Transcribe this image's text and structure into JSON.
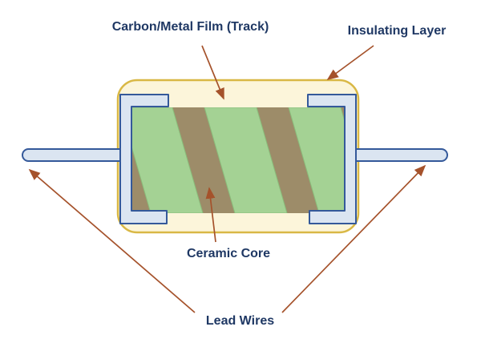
{
  "labels": {
    "film": "Carbon/Metal Film (Track)",
    "insulating_layer": "Insulating Layer",
    "ceramic_core": "Ceramic Core",
    "lead_wires": "Lead Wires"
  },
  "colors": {
    "background": "#FFFFFF",
    "label_text": "#1F3864",
    "arrow": "#A5522B",
    "body_fill": "#FCF5DA",
    "body_stroke": "#D9B845",
    "core_fill": "#9D8C69",
    "film_fill": "#A4D294",
    "film_stroke": "#8ABD7B",
    "metal_fill": "#DBE5F1",
    "metal_stroke": "#34599A"
  }
}
